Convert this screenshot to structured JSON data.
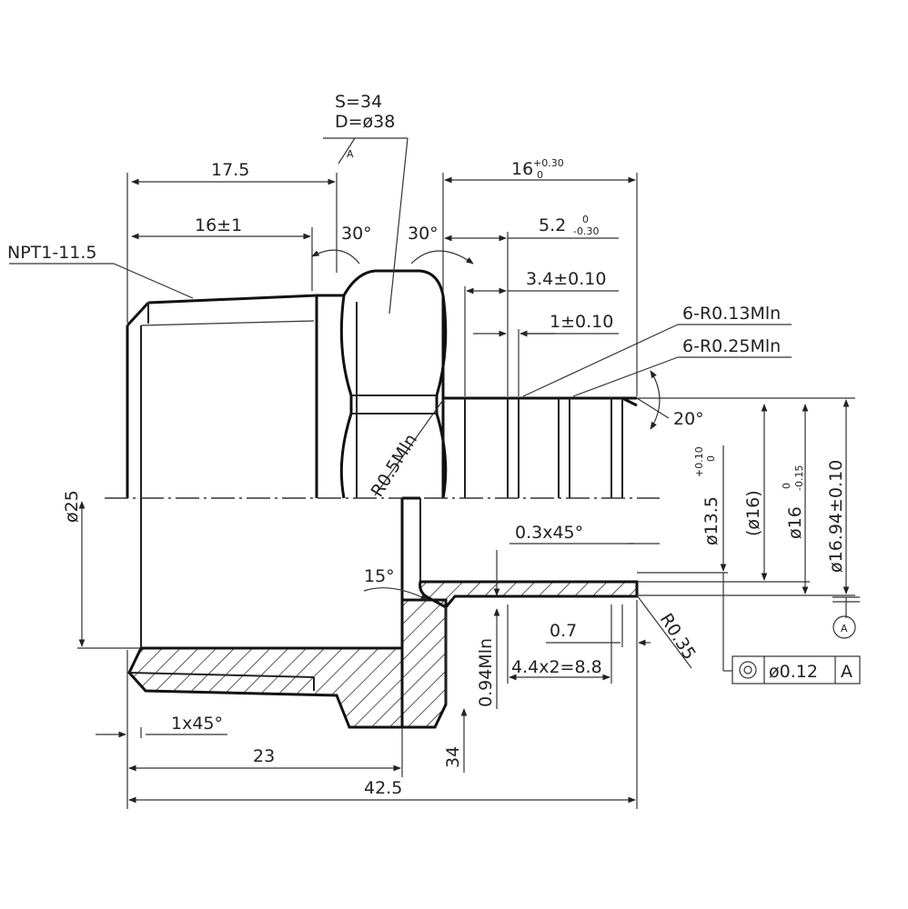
{
  "hex": {
    "s": "S=34",
    "d": "D=ø38",
    "datum_a": "A"
  },
  "labels": {
    "npt": "NPT1-11.5",
    "d_17_5": "17.5",
    "d_16pm1": "16±1",
    "d_16tol": "16",
    "d_16tol_up": "+0.30",
    "d_16tol_lo": "0",
    "d_5_2": "5.2",
    "d_5_2_up": "0",
    "d_5_2_lo": "-0.30",
    "d_3_4": "3.4±0.10",
    "d_1": "1±0.10",
    "r013": "6-R0.13Mln",
    "r025": "6-R0.25Mln",
    "a30_left": "30°",
    "a30_right": "30°",
    "a20": "20°",
    "a15": "15°",
    "r05": "R0.5Mln",
    "dia25": "ø25",
    "dia13_5": "ø13.5",
    "dia13_5_up": "+0.10",
    "dia13_5_lo": "0",
    "dia16ref": "(ø16)",
    "dia16": "ø16",
    "dia16_up": "0",
    "dia16_lo": "-0.15",
    "dia16_94": "ø16.94±0.10",
    "chamfer03": "0.3x45°",
    "d_0_7": "0.7",
    "r035": "R0.35",
    "d_094": "0.94Mln",
    "d_44x2": "4.4x2=8.8",
    "chamfer1": "1x45°",
    "d_23": "23",
    "d_42_5": "42.5",
    "d_34": "34",
    "fcf_dia": "ø0.12",
    "fcf_datum": "A",
    "datum_bubble": "A"
  },
  "icons": [
    "concentricity-icon"
  ]
}
